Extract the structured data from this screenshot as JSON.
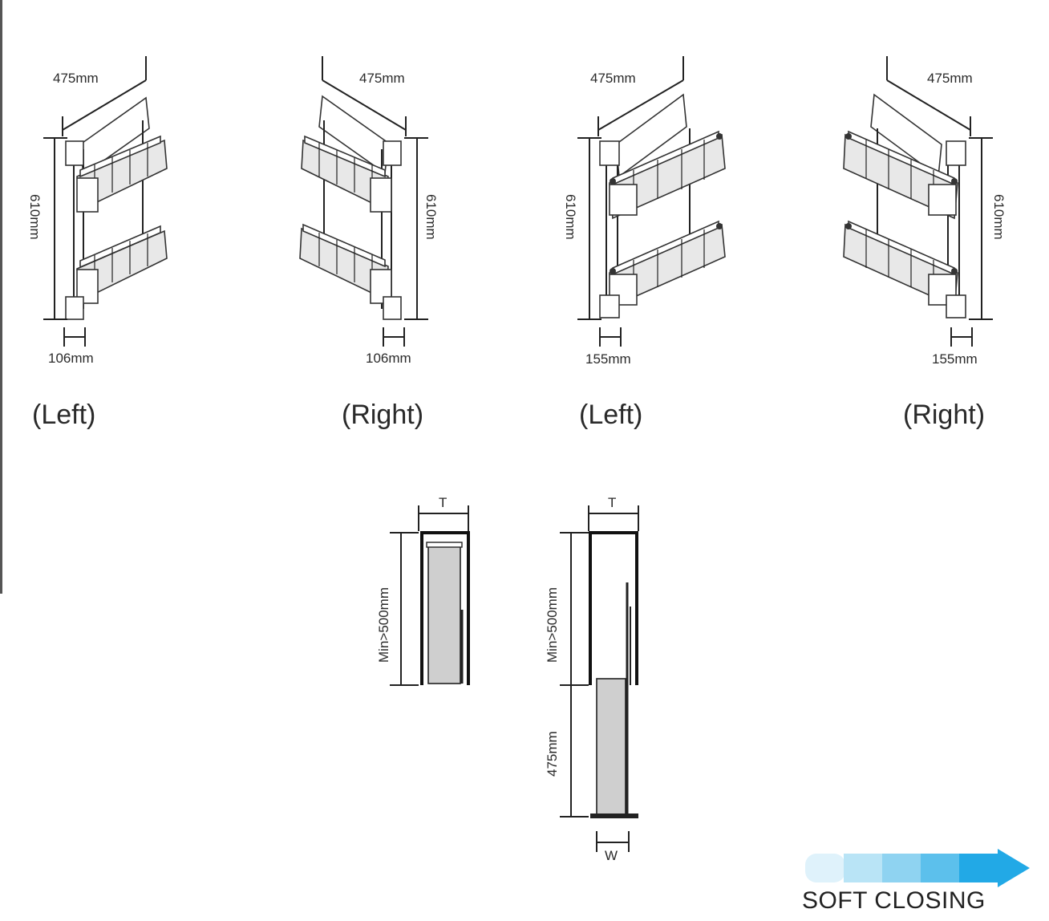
{
  "units": [
    {
      "width_label": "475mm",
      "height_label": "610mm",
      "offset_label": "106mm",
      "caption": "(Left)",
      "mirrored": false,
      "variant": "a"
    },
    {
      "width_label": "475mm",
      "height_label": "610mm",
      "offset_label": "106mm",
      "caption": "(Right)",
      "mirrored": true,
      "variant": "a"
    },
    {
      "width_label": "475mm",
      "height_label": "610mm",
      "offset_label": "155mm",
      "caption": "(Left)",
      "mirrored": false,
      "variant": "b"
    },
    {
      "width_label": "475mm",
      "height_label": "610mm",
      "offset_label": "155mm",
      "caption": "(Right)",
      "mirrored": true,
      "variant": "b"
    }
  ],
  "cabinet_closed": {
    "top_label": "T",
    "side_label": "Min>500mm"
  },
  "cabinet_open": {
    "top_label": "T",
    "side_label": "Min>500mm",
    "extension_label": "475mm",
    "bottom_label": "W"
  },
  "badge": {
    "text": "SOFT CLOSING",
    "colors": [
      "#dff2fb",
      "#b9e4f6",
      "#8fd3f1",
      "#5cc0ec",
      "#22a9e6"
    ]
  }
}
